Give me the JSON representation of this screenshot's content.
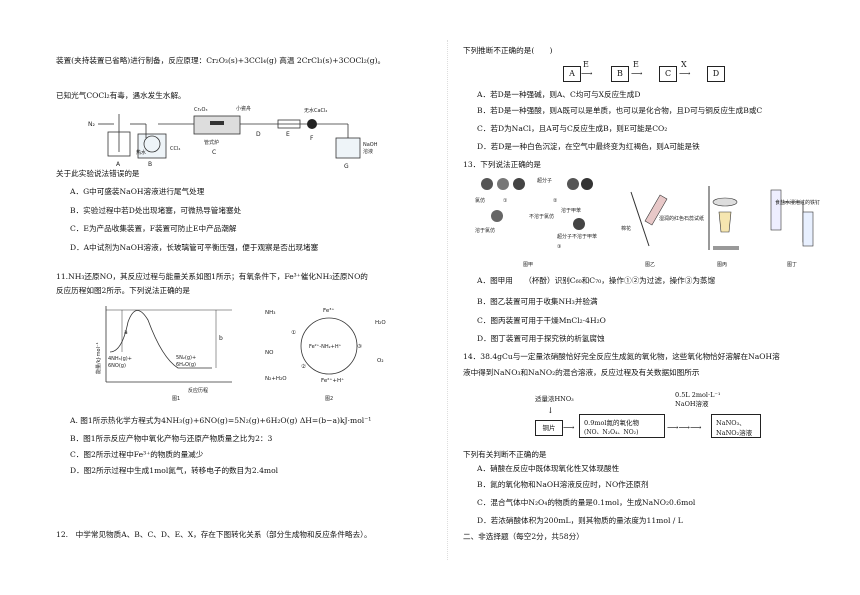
{
  "left": {
    "q10_intro": "装置(夹持装置已省略)进行制备，反应原理：Cr₂O₃(s)+3CCl₄(g) 高温 2CrCl₃(s)+3COCl₂(g)。",
    "q10_note": "已知光气COCl₂有毒，遇水发生水解。",
    "apparatus_labels": {
      "n2": "N₂",
      "a": "A",
      "b": "B",
      "c": "C",
      "d": "D",
      "e": "E",
      "f": "F",
      "g": "G",
      "hot_water": "热水",
      "ccl4": "CCl₄",
      "cr2o3": "Cr₂O₃",
      "boat": "小瓷舟",
      "furnace": "管式炉",
      "cacl2": "无水CaCl₂",
      "naoh": "NaOH",
      "solution": "溶液"
    },
    "q10_stem": "关于此实验说法错误的是",
    "q10_options": [
      "A．G中可盛装NaOH溶液进行尾气处理",
      "B．实验过程中若D处出现堵塞，可微热导管堵塞处",
      "C．E为产品收集装置，F装置可防止E中产品潮解",
      "D．A中试剂为NaOH溶液，长玻璃管可平衡压强，便于观察是否出现堵塞"
    ],
    "q11_line1": "11.NH₃还原NO，其反应过程与能量关系如图1所示；有氧条件下，Fe³⁺催化NH₃还原NO的",
    "q11_line2": "反应历程如图2所示。下列说法正确的是",
    "fig1": {
      "ylabel": "能量/kJ·mol⁻¹",
      "a": "a",
      "b": "b",
      "reactants": "4NH₃(g)+",
      "reactants2": "6NO(g)",
      "products": "5N₂(g)+",
      "products2": "6H₂O(g)",
      "xlabel": "反应历程",
      "caption": "图1"
    },
    "fig2": {
      "nh3": "NH₃",
      "fe3": "Fe³⁺",
      "h2o": "H₂O",
      "no": "NO",
      "mid": "Fe²⁺-NH₂+H⁺",
      "o2": "O₂",
      "n2h2o": "N₂+H₂O",
      "fe2h": "Fe²⁺+H⁺",
      "c1": "①",
      "c2": "②",
      "c3": "③",
      "caption": "图2"
    },
    "q11_options": [
      "A. 图1所示热化学方程式为4NH₃(g)+6NO(g)=5N₂(g)+6H₂O(g)  ΔH=(b−a)kJ·mol⁻¹",
      "B．图1所示反应产物中氧化产物与还原产物质量之比为2：3",
      "C．图2所示过程中Fe³⁺的物质的量减少",
      "D．图2所示过程中生成1mol氮气，转移电子的数目为2.4mol"
    ],
    "q12_line1": "12.　中学常见物质A、B、C、D、E、X，存在下图转化关系（部分生成物和反应条件略去）。"
  },
  "right": {
    "q12_stem": "下列推断不正确的是(　　)",
    "flow": {
      "a": "A",
      "e1": "E",
      "b": "B",
      "e2": "E",
      "c": "C",
      "x": "X",
      "d": "D"
    },
    "q12_options": [
      "A．若D是一种强碱，则A、C均可与X反应生成D",
      "B．若D是一种强酸，则A既可以是单质，也可以是化合物，且D可与铜反应生成B或C",
      "C．若D为NaCl，且A可与C反应生成B，则E可能是CO₂",
      "D．若D是一种白色沉淀，在空气中最终变为红褐色，则A可能是铁"
    ],
    "q13_stem": "13．下列说法正确的是",
    "fig13": {
      "chloroform": "氯仿",
      "c60": "溶于氯仿",
      "c70": "超分子",
      "toluene": "溶于甲苯",
      "toluene2": "超分子不溶于甲苯",
      "insoluble": "不溶于氯仿",
      "cotton": "棉花",
      "litmus": "湿润的红色石蕊试纸",
      "salt": "食盐水浸泡过的铁钉",
      "cap_a": "图甲",
      "cap_b": "图乙",
      "cap_c": "图丙",
      "cap_d": "图丁",
      "s1": "①",
      "s2": "②",
      "s3": "③"
    },
    "q13_options": [
      "A．图甲用　　（杯酚）识别C₆₀和C₇₀，操作①②为过滤，操作③为蒸馏",
      "B．图乙装置可用于收集NH₃并验满",
      "C．图丙装置可用于干燥MnCl₂·4H₂O",
      "D．图丁装置可用于探究铁的析氢腐蚀"
    ],
    "q14_line1": "14．38.4gCu与一定量浓硝酸恰好完全反应生成氮的氧化物，这些氧化物恰好溶解在NaOH溶",
    "q14_line2": "液中得到NaNO₃和NaNO₂的混合溶液，反应过程及有关数据如图所示",
    "fig14": {
      "hno3": "适量浓HNO₃",
      "cu": "铜片",
      "oxide1": "0.9mol氮的氧化物",
      "oxide2": "(NO、N₂O₄、NO₂)",
      "naoh1": "0.5L 2mol·L⁻¹",
      "naoh2": "NaOH溶液",
      "prod1": "NaNO₃、",
      "prod2": "NaNO₂溶液"
    },
    "q14_stem": "下列有关判断不正确的是",
    "q14_options": [
      "A．硝酸在反应中既体现氧化性又体现酸性",
      "B．氮的氧化物和NaOH溶液反应时，NO作还原剂",
      "C．混合气体中N₂O₄的物质的量是0.1mol，生成NaNO₂0.6mol",
      "D．若浓硝酸体积为200mL，则其物质的量浓度为11mol / L"
    ],
    "section2": "二、非选择题（每空2分，共58分）"
  }
}
